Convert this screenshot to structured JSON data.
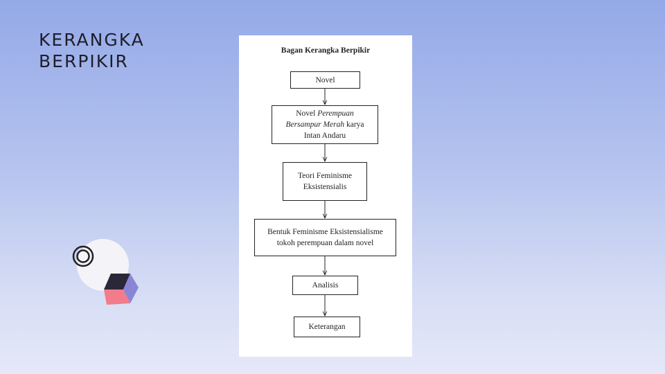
{
  "slide": {
    "title_line1": "KERANGKA",
    "title_line2": "BERPIKIR"
  },
  "diagram": {
    "title": "Bagan Kerangka Berpikir",
    "nodes": {
      "novel": "Novel",
      "novel_specific": {
        "prefix": "Novel ",
        "italic_title_1": "Perempuan",
        "italic_title_2": "Bersampur Merah",
        "suffix_line2": " karya",
        "line3": "Intan Andaru"
      },
      "theory": {
        "line1": "Teori Feminisme",
        "line2": "Eksistensialis"
      },
      "forms": {
        "line1": "Bentuk Feminisme Eksistensialisme",
        "line2": "tokoh perempuan dalam novel"
      },
      "analysis": "Analisis",
      "notes": "Keterangan"
    }
  },
  "colors": {
    "background_top": "#94a9e8",
    "background_bottom": "#e4e8f8",
    "cube_top": "#2a2838",
    "cube_right": "#8a86d6",
    "cube_front": "#f27c8c"
  },
  "icons": [
    "concentric-circles-icon",
    "cube-icon"
  ]
}
